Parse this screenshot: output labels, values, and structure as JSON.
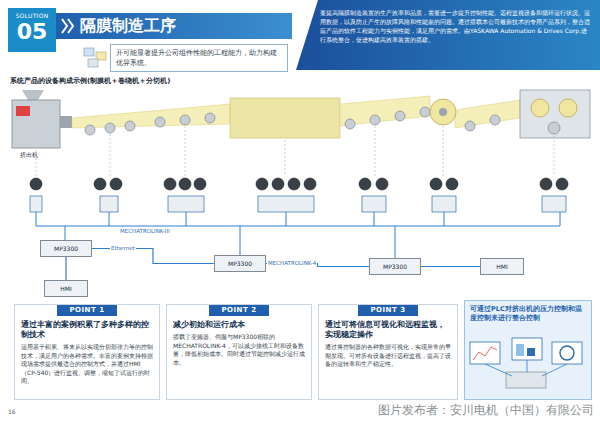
{
  "diagram": {
    "title": "隔膜制造工序",
    "nodes": [
      {
        "text": [
          "SOLUTION",
          "05"
        ]
      },
      {
        "text": [
          "开可能显著提升公司组件性能的工程能力，助力构建优异系统。"
        ]
      },
      {
        "text": [
          "要提高隔膜制造装置的生产效率和品质，需要进一步提升控制性能、远程监视设备和循环运行状况、运用数据，以及防止产生的故障风险和性能差的问题。通过搭载本公司最新技术的专用产品系列，整合适应产品的软件工程能力与实例性能，满足用户的需求。由YASKAWA Automation & Drives Corp.进行系统整合，促进构建高效率装置的搭建。"
        ]
      },
      {
        "text": [
          "MP3300"
        ]
      },
      {
        "text": [
          "HMI"
        ]
      },
      {
        "text": [
          "MP3300"
        ]
      },
      {
        "text": [
          "MP3300"
        ]
      },
      {
        "text": [
          "HMI"
        ]
      },
      {
        "text": [
          "POINT 1",
          "通过丰富的案例积累了多种多样的控制技术",
          "运用基于积累、将来从以实现分切部张力等的控制技术，满足用户的各种需求。丰富的案例支持根据现场需求提供最适合的控制方式，并通过HMI（CP-540）进行监视、调整，缩短了试运行的时间。"
        ]
      },
      {
        "text": [
          "POINT 2",
          "减少初始和运行成本",
          "搭载了变频器、伺服与MP3300相联的MECHATROLINK-4，可以减少接线工时和设备数量，降低初始成本。同时通过节能控制减少运行成本。"
        ]
      },
      {
        "text": [
          "POINT 3",
          "通过可将信息可视化和远程监视，实现稳定操作",
          "通过将控制器的各种数据可视化，实现异常的早期发现。可对所有设备进行远程监视，提高了设备的运转率和生产稳定性。"
        ]
      },
      {
        "text": [
          "可通过PLC对挤出机的压力控制和温度控制来进行整合控制"
        ]
      }
    ],
    "edges": [
      {
        "from": 3,
        "to": 5,
        "arrow": "none",
        "label": "Ethernet"
      },
      {
        "from": 3,
        "to": 4,
        "arrow": "none"
      },
      {
        "from": 5,
        "to": 6,
        "arrow": "none",
        "label": "MECHATROLINK-4"
      },
      {
        "from": 6,
        "to": 7,
        "arrow": "none"
      }
    ],
    "labels": [
      "系统产品的设备构成示例(制膜机＋卷绕机＋分切机)",
      "挤出机",
      "MECHATROLINK-III",
      "16",
      "图片发布者：安川电机（中国）有限公司"
    ]
  }
}
